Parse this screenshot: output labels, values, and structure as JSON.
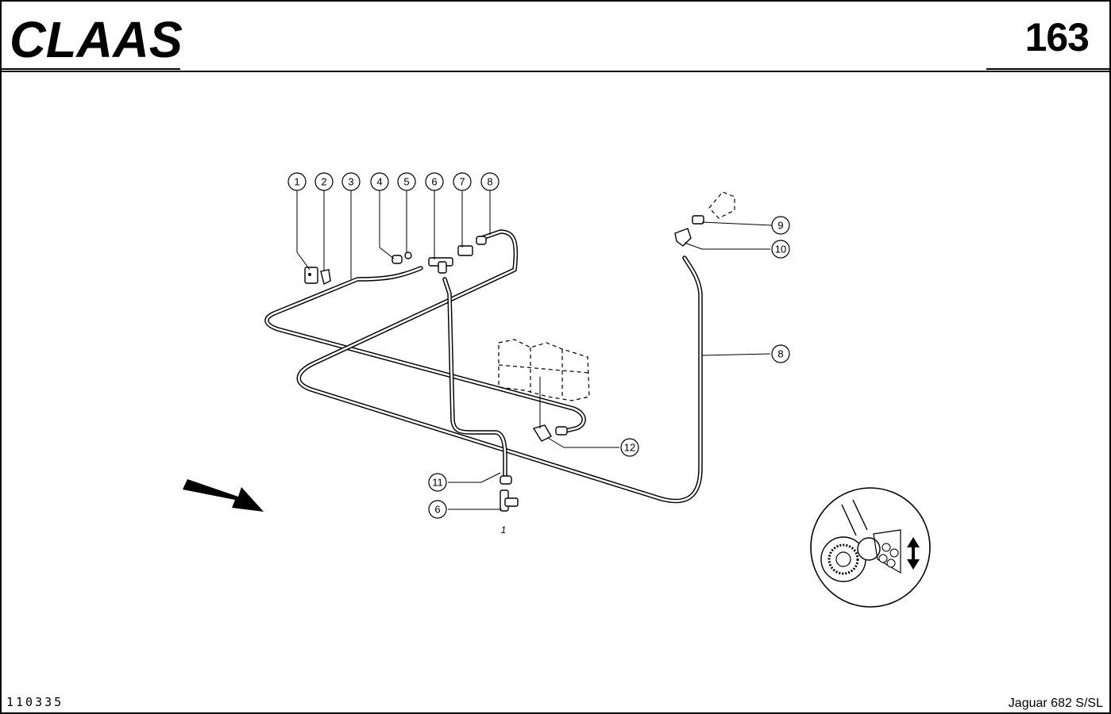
{
  "header": {
    "brand": "CLAAS",
    "page_number": "163"
  },
  "footer": {
    "doc_code": "110335",
    "model": "Jaguar 682 S/SL"
  },
  "diagram": {
    "position_marker": "1",
    "callouts": [
      {
        "id": "c1",
        "label": "1"
      },
      {
        "id": "c2",
        "label": "2"
      },
      {
        "id": "c3",
        "label": "3"
      },
      {
        "id": "c4",
        "label": "4"
      },
      {
        "id": "c5",
        "label": "5"
      },
      {
        "id": "c6a",
        "label": "6"
      },
      {
        "id": "c7",
        "label": "7"
      },
      {
        "id": "c8a",
        "label": "8"
      },
      {
        "id": "c9",
        "label": "9"
      },
      {
        "id": "c10",
        "label": "10"
      },
      {
        "id": "c8b",
        "label": "8"
      },
      {
        "id": "c12",
        "label": "12"
      },
      {
        "id": "c11",
        "label": "11"
      },
      {
        "id": "c6b",
        "label": "6"
      }
    ],
    "icons": [
      "direction-arrow-icon",
      "machine-section-icon",
      "up-down-arrow-icon"
    ]
  }
}
